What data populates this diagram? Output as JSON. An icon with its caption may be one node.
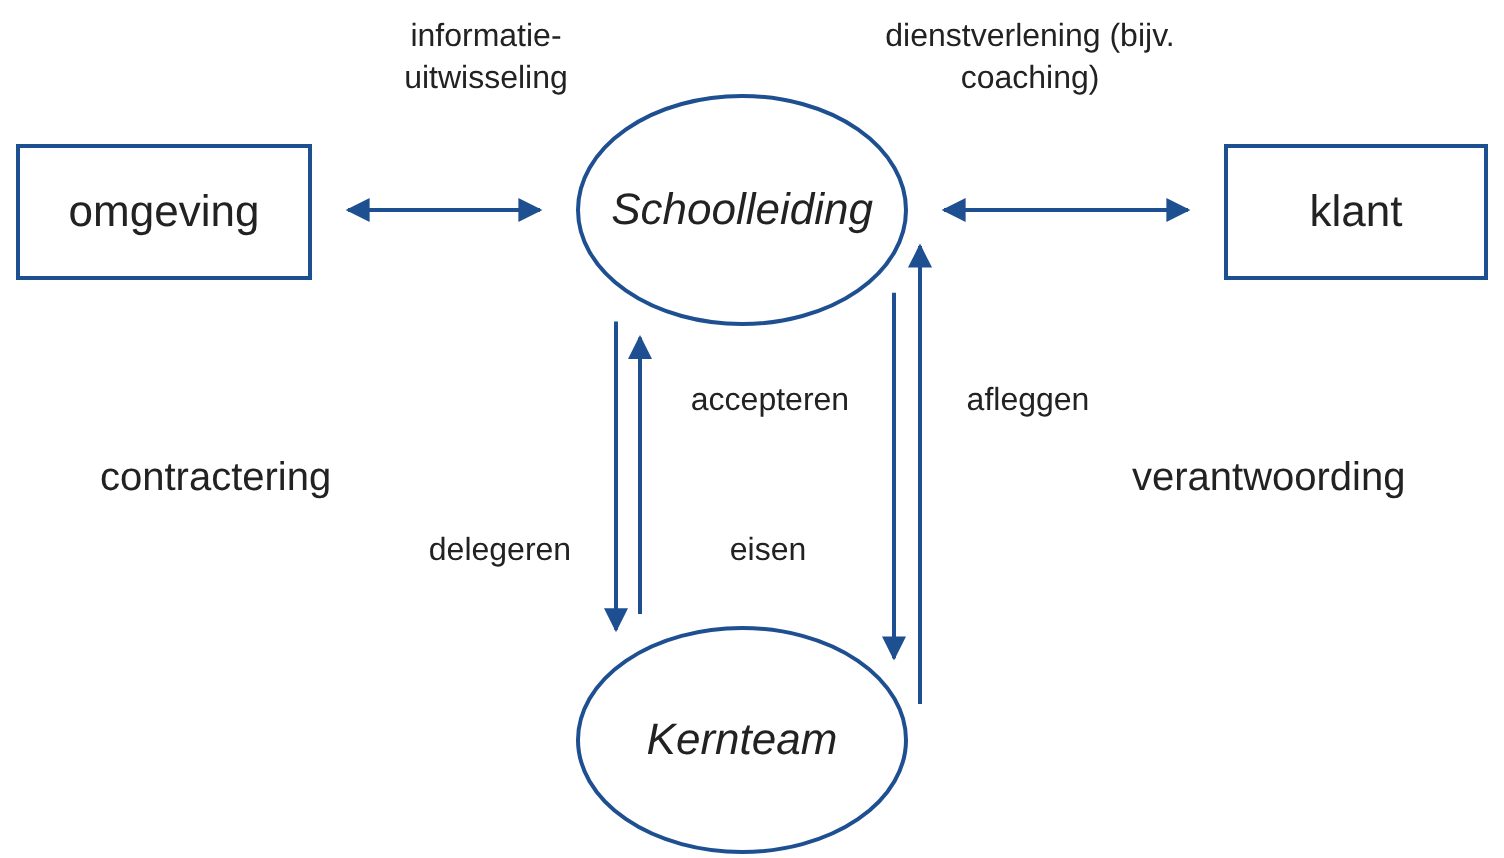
{
  "diagram": {
    "nodes": [
      {
        "text": [
          "omgeving"
        ]
      },
      {
        "text": [
          "Schoolleiding"
        ]
      },
      {
        "text": [
          "klant"
        ]
      },
      {
        "text": [
          "Kernteam"
        ]
      }
    ],
    "edges": [
      {
        "from": 0,
        "to": 1,
        "arrow": "both",
        "label": "informatie- uitwisseling"
      },
      {
        "from": 1,
        "to": 2,
        "arrow": "both",
        "label": "dienstverlening (bijv. coaching)"
      },
      {
        "from": 1,
        "to": 3,
        "arrow": "to",
        "label": "delegeren"
      },
      {
        "from": 3,
        "to": 1,
        "arrow": "to",
        "label": "accepteren"
      },
      {
        "from": 1,
        "to": 3,
        "arrow": "to",
        "label": "eisen"
      },
      {
        "from": 3,
        "to": 1,
        "arrow": "to",
        "label": "afleggen"
      }
    ],
    "labels": [
      "contractering",
      "verantwoording"
    ]
  }
}
